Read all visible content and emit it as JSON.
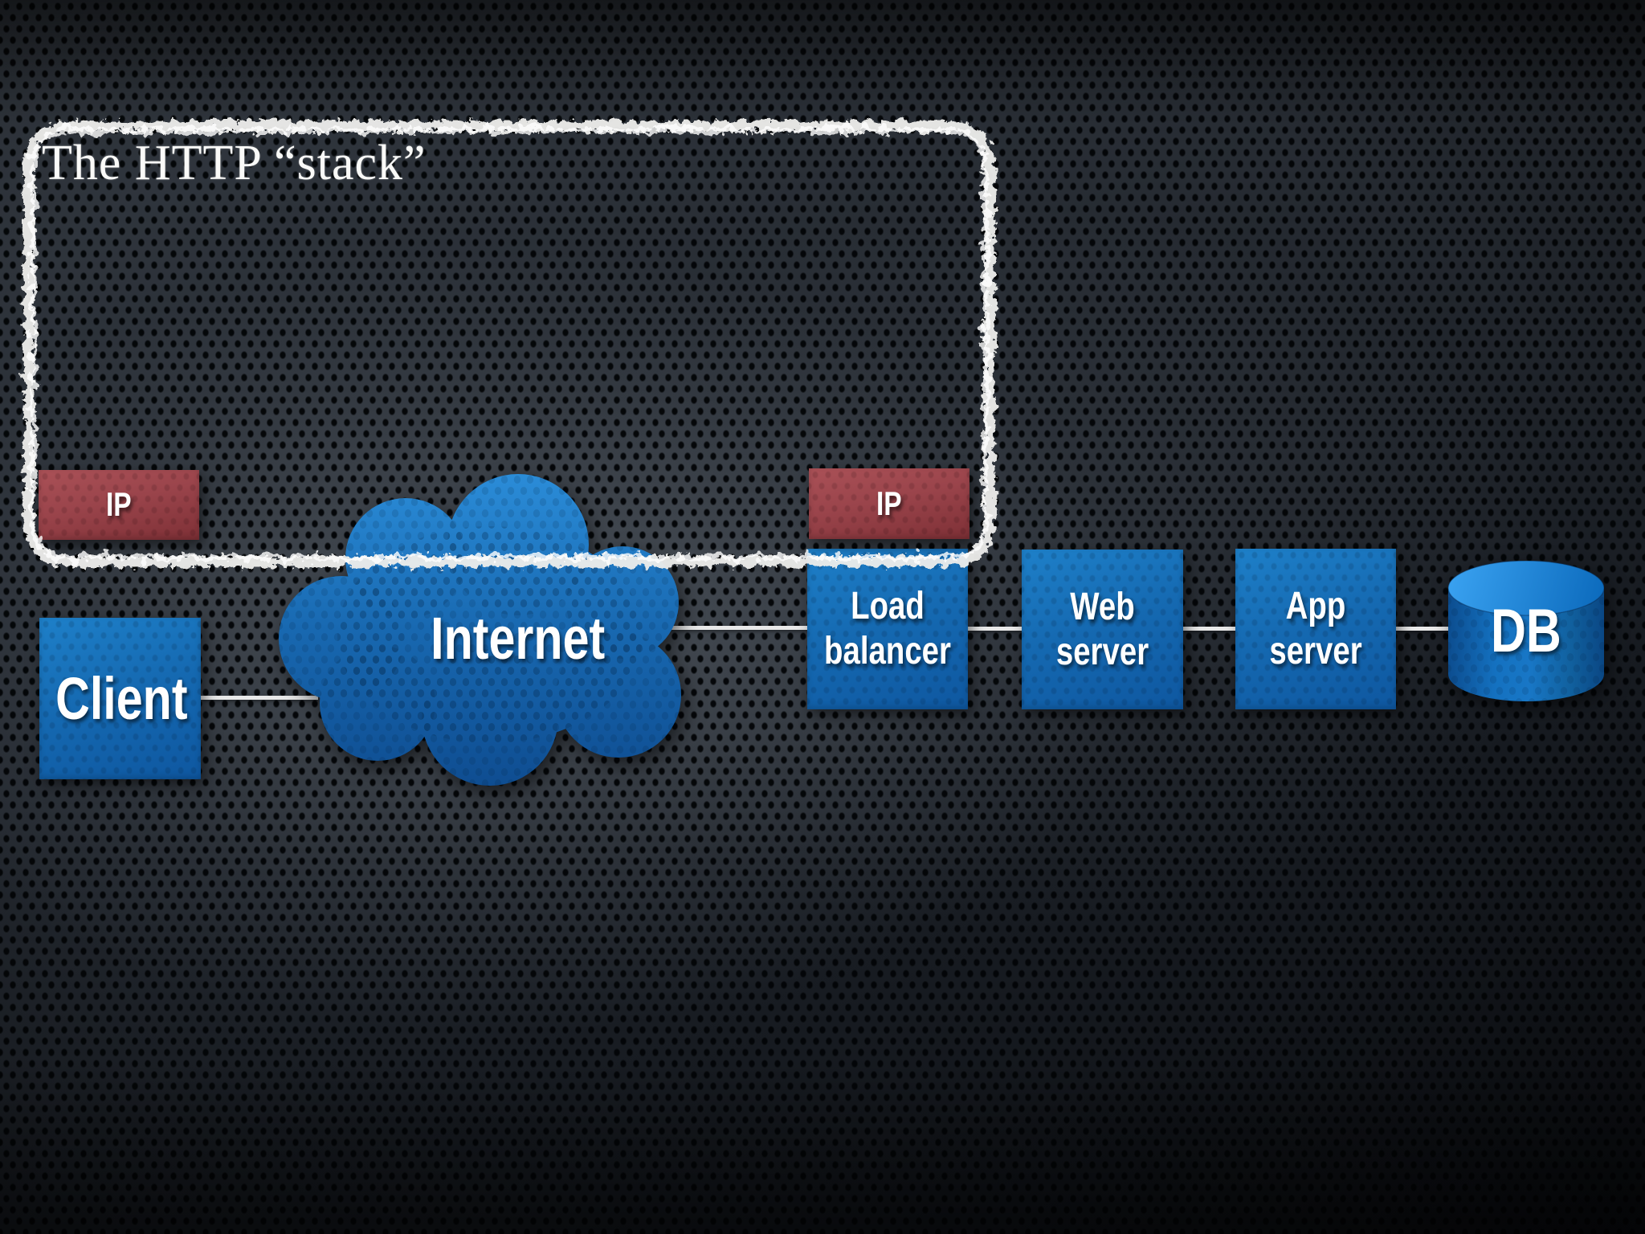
{
  "slide": {
    "title": "The HTTP “stack”",
    "background_style": "perforated-metal",
    "colors": {
      "node_blue": "#1569b1",
      "badge_red": "#9a444b",
      "cloud_blue_top": "#2b8dd9",
      "cloud_blue_bottom": "#0e4c90",
      "db_top_blue": "#38a0ef",
      "chalk_white": "#f2f2ef",
      "connector": "#e9e9e9",
      "background_dark": "#0b0d10"
    }
  },
  "diagram": {
    "ip_badges": [
      {
        "label": "IP"
      },
      {
        "label": "IP"
      }
    ],
    "nodes": [
      {
        "id": "client",
        "label": "Client",
        "shape": "square"
      },
      {
        "id": "internet",
        "label": "Internet",
        "shape": "cloud"
      },
      {
        "id": "load-balancer",
        "label": "Load balancer",
        "shape": "square"
      },
      {
        "id": "web-server",
        "label": "Web server",
        "shape": "square"
      },
      {
        "id": "app-server",
        "label": "App server",
        "shape": "square"
      },
      {
        "id": "db",
        "label": "DB",
        "shape": "cylinder"
      }
    ],
    "connections": [
      {
        "from": "client",
        "to": "internet"
      },
      {
        "from": "internet",
        "to": "load-balancer"
      },
      {
        "from": "load-balancer",
        "to": "web-server"
      },
      {
        "from": "web-server",
        "to": "app-server"
      },
      {
        "from": "app-server",
        "to": "db"
      }
    ]
  }
}
